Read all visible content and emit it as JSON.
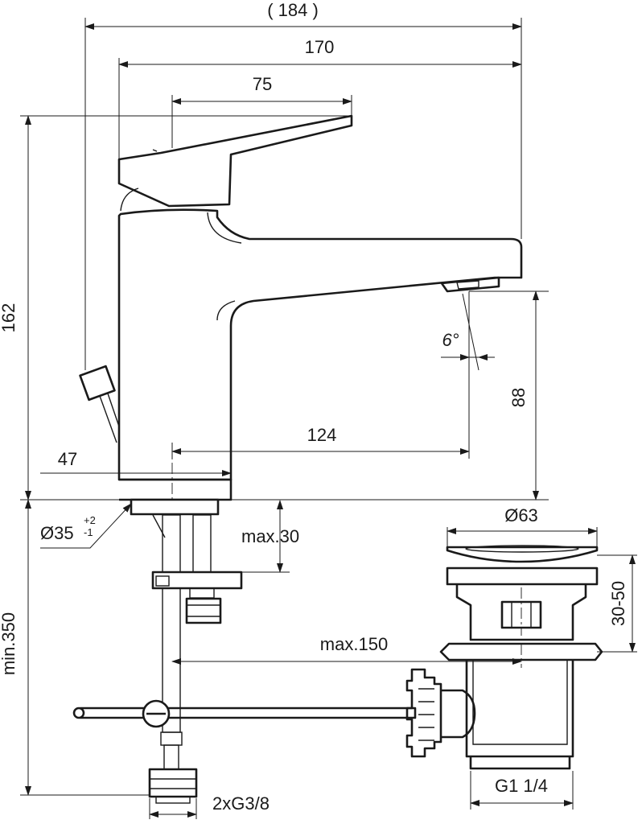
{
  "dimensions": {
    "overall_width": "( 184 )",
    "spout_reach": "170",
    "lever_length": "75",
    "total_height": "162",
    "spout_height": "88",
    "spout_angle": "6°",
    "spout_to_center": "124",
    "base_offset": "47",
    "base_diameter": "Ø35",
    "base_tol_plus": "+2",
    "base_tol_minus": "-1",
    "deck_max": "max.30",
    "waste_diameter": "Ø63",
    "waste_range": "30-50",
    "rod_max": "max.150",
    "hose_min": "min.350",
    "waste_thread": "G1 1/4",
    "hose_thread": "2xG3/8"
  }
}
